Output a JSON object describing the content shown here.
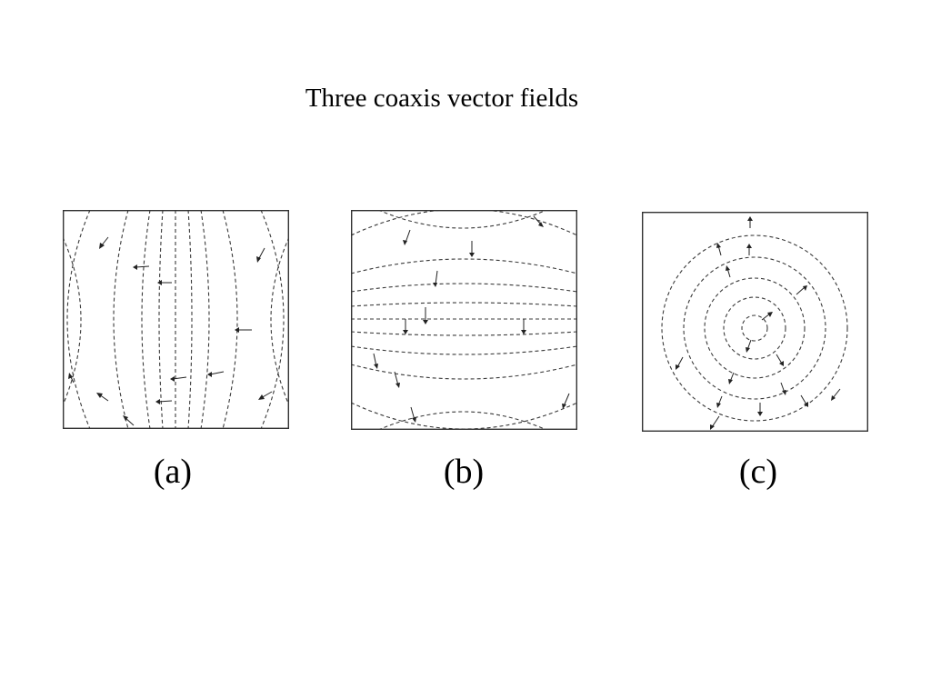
{
  "title": "Three coaxis vector fields",
  "panels": [
    {
      "id": "a",
      "caption": "(a)",
      "field": "hyperbolic-vertical"
    },
    {
      "id": "b",
      "caption": "(b)",
      "field": "hyperbolic-horizontal"
    },
    {
      "id": "c",
      "caption": "(c)",
      "field": "concentric-radial"
    }
  ],
  "colors": {
    "line": "#3a3a3a",
    "frame": "#333333",
    "background": "#ffffff"
  }
}
